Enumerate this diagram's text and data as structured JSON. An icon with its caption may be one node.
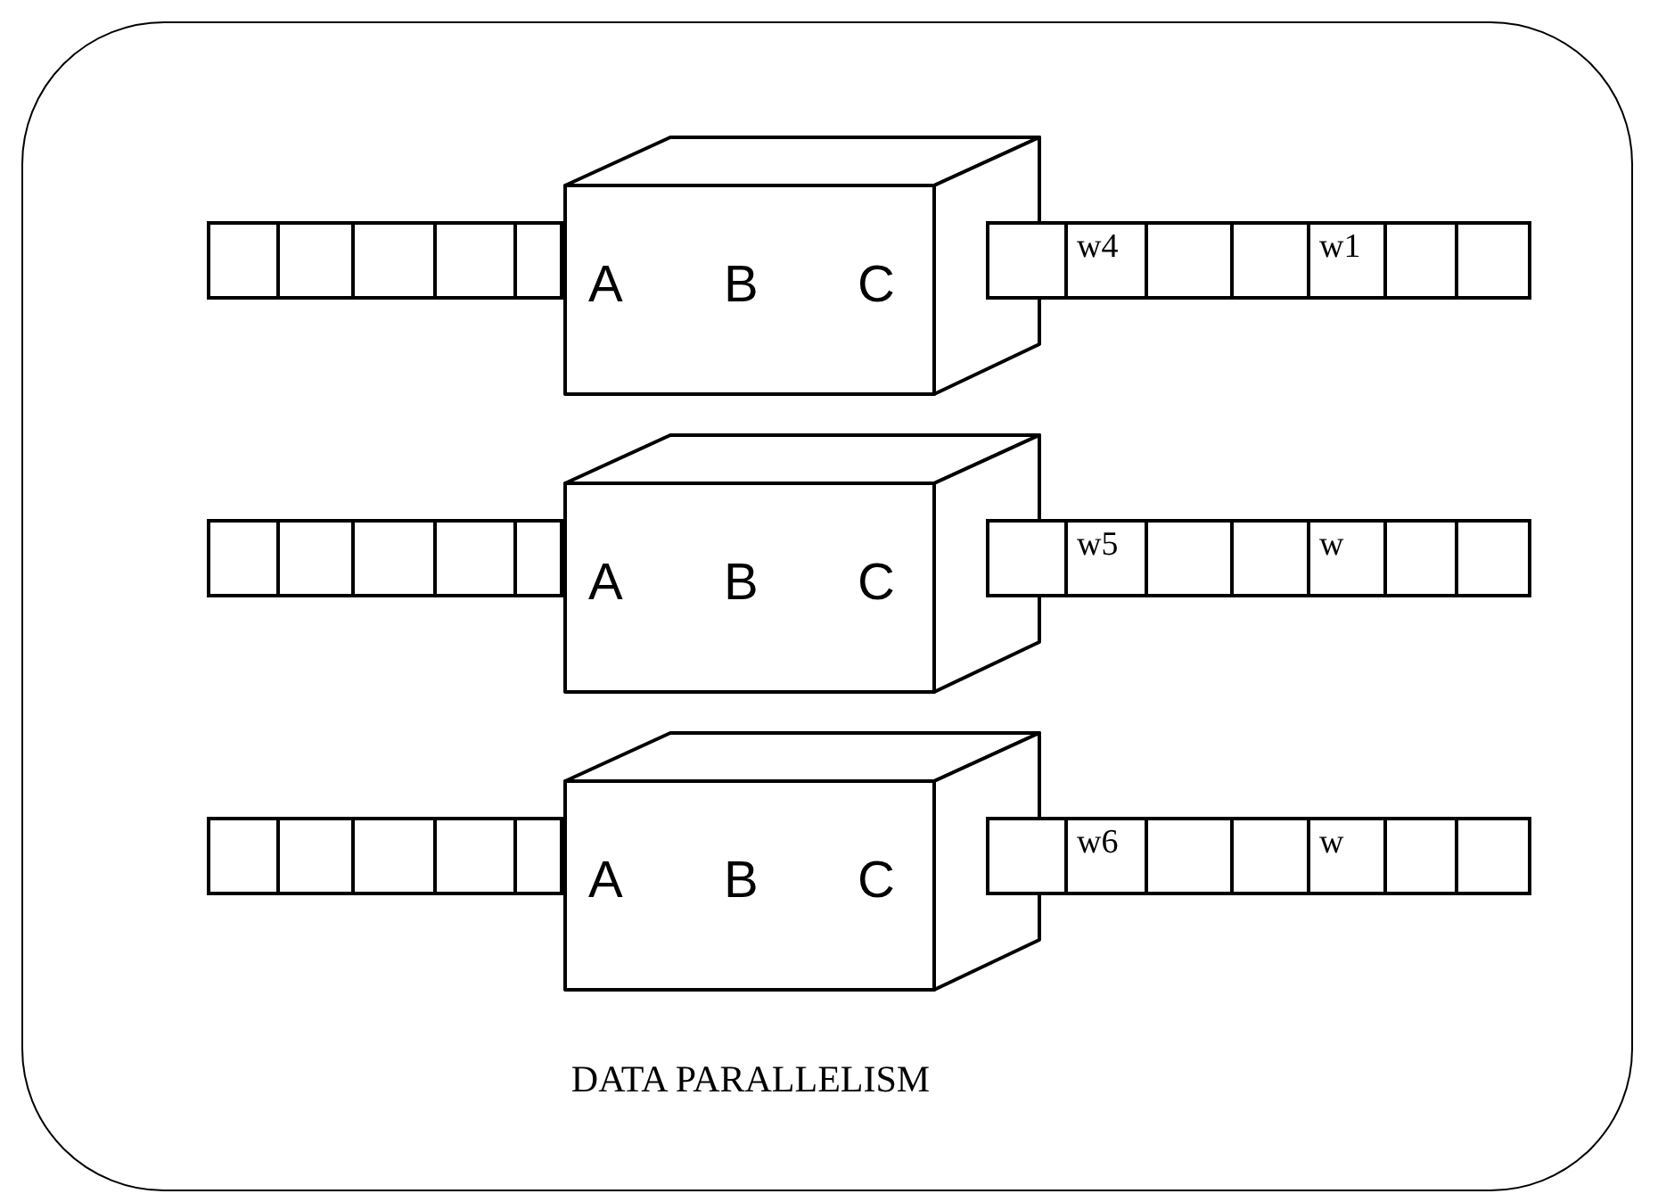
{
  "diagram": {
    "nodes": [
      {
        "text": [
          "DATA PARALLELISM"
        ]
      },
      {
        "text": [],
        "shape": "bar",
        "in": 0
      },
      {
        "text": [
          "A",
          "B",
          "C"
        ],
        "in": 0
      },
      {
        "text": [
          "w4",
          "w1"
        ],
        "in": 0
      },
      {
        "text": [],
        "shape": "bar",
        "in": 0
      },
      {
        "text": [
          "A",
          "B",
          "C"
        ],
        "in": 0
      },
      {
        "text": [
          "w5",
          "w"
        ],
        "in": 0
      },
      {
        "text": [],
        "shape": "bar",
        "in": 0
      },
      {
        "text": [
          "A",
          "B",
          "C"
        ],
        "in": 0
      },
      {
        "text": [
          "w6",
          "w"
        ],
        "in": 0
      }
    ],
    "edges": []
  }
}
